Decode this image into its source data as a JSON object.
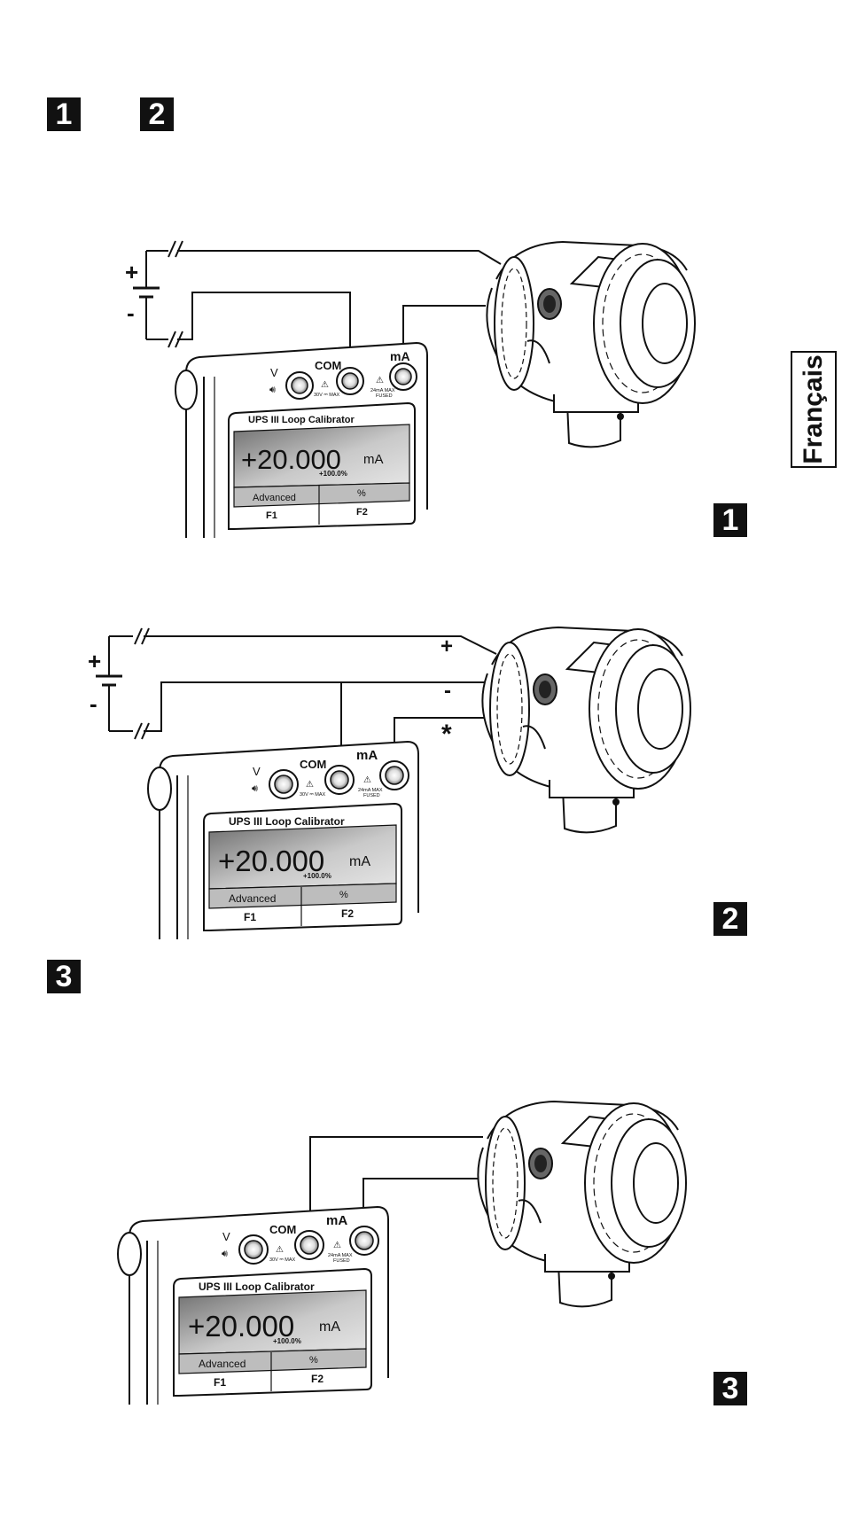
{
  "header": {
    "step_1": "1",
    "step_2": "2",
    "step_3": "3"
  },
  "language_tab": "Français",
  "figures": [
    {
      "id": 1,
      "badge": "1",
      "polarity": {
        "plus": "+",
        "minus": "-"
      },
      "transmitter_marks": {
        "plus": "",
        "minus": "",
        "star": ""
      },
      "calibrator": {
        "jack_labels": {
          "v": "V",
          "com": "COM",
          "ma": "mA"
        },
        "max_v": "30V ⎓ MAX",
        "max_ma": "24mA MAX",
        "fused": "FUSED",
        "title": "UPS III Loop Calibrator",
        "reading": "+20.000",
        "unit": "mA",
        "percent": "+100.0%",
        "softkey_1": "Advanced",
        "softkey_2": "%",
        "fkey_1": "F1",
        "fkey_2": "F2"
      }
    },
    {
      "id": 2,
      "badge": "2",
      "polarity": {
        "plus": "+",
        "minus": "-"
      },
      "transmitter_marks": {
        "plus": "+",
        "minus": "-",
        "star": "*"
      },
      "calibrator": {
        "jack_labels": {
          "v": "V",
          "com": "COM",
          "ma": "mA"
        },
        "max_v": "30V ⎓ MAX",
        "max_ma": "24mA MAX",
        "fused": "FUSED",
        "title": "UPS III Loop Calibrator",
        "reading": "+20.000",
        "unit": "mA",
        "percent": "+100.0%",
        "softkey_1": "Advanced",
        "softkey_2": "%",
        "fkey_1": "F1",
        "fkey_2": "F2"
      }
    },
    {
      "id": 3,
      "badge": "3",
      "calibrator": {
        "jack_labels": {
          "v": "V",
          "com": "COM",
          "ma": "mA"
        },
        "max_v": "30V ⎓ MAX",
        "max_ma": "24mA MAX",
        "fused": "FUSED",
        "title": "UPS III Loop Calibrator",
        "reading": "+20.000",
        "unit": "mA",
        "percent": "+100.0%",
        "softkey_1": "Advanced",
        "softkey_2": "%",
        "fkey_1": "F1",
        "fkey_2": "F2"
      }
    }
  ]
}
